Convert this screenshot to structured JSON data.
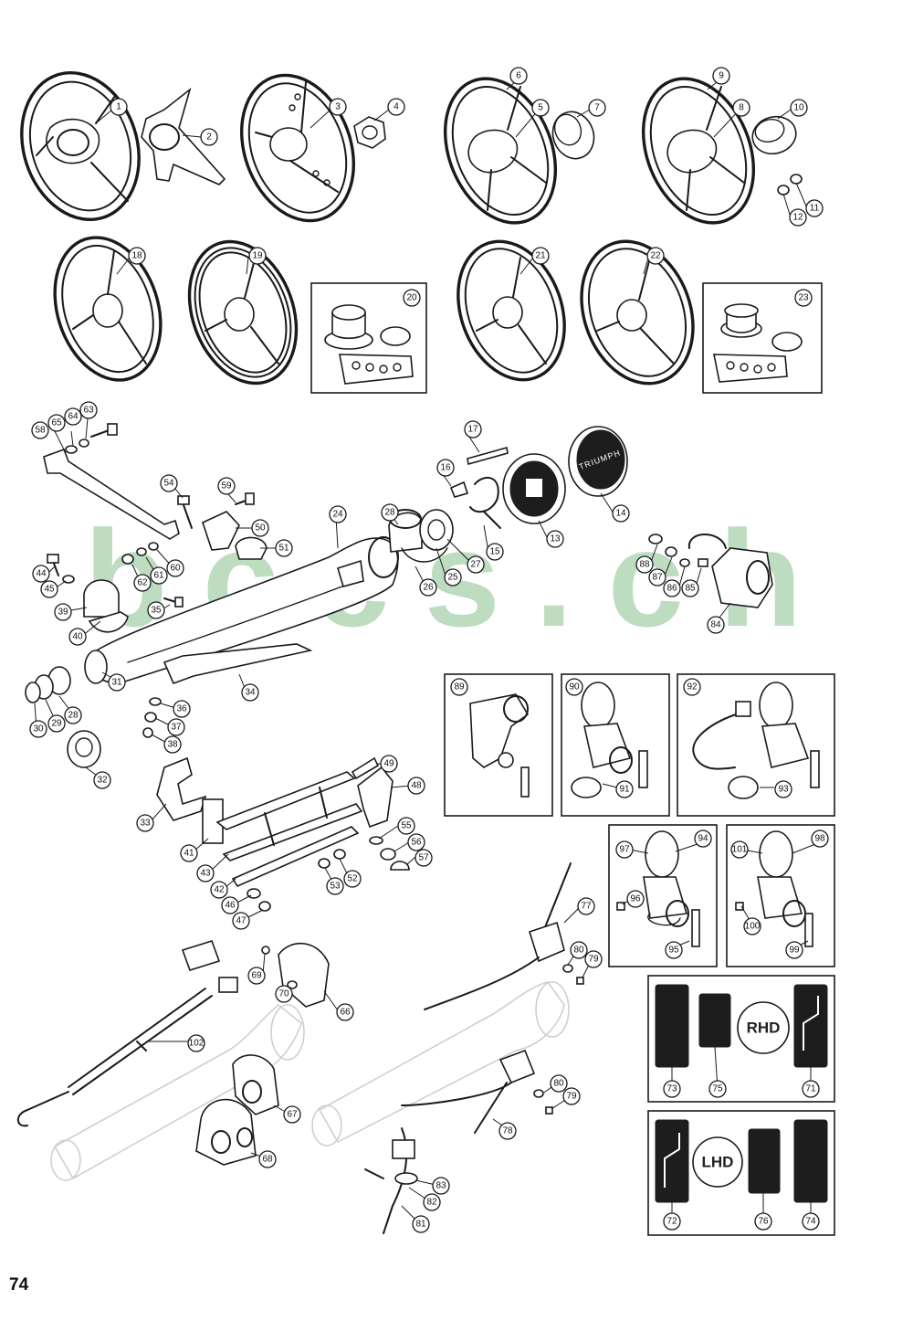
{
  "page": {
    "number": "74",
    "watermark": "bccs.ch"
  },
  "badges": {
    "rhd": "RHD",
    "lhd": "LHD"
  },
  "emblem": {
    "text": "TRIUMPH"
  },
  "callouts": [
    "1",
    "2",
    "3",
    "4",
    "5",
    "6",
    "7",
    "8",
    "9",
    "10",
    "11",
    "12",
    "18",
    "19",
    "20",
    "21",
    "22",
    "23",
    "58",
    "65",
    "64",
    "63",
    "17",
    "16",
    "14",
    "13",
    "15",
    "54",
    "59",
    "50",
    "51",
    "24",
    "28",
    "25",
    "27",
    "26",
    "44",
    "45",
    "62",
    "61",
    "60",
    "39",
    "35",
    "40",
    "88",
    "87",
    "86",
    "85",
    "84",
    "31",
    "34",
    "30",
    "29",
    "28",
    "36",
    "37",
    "38",
    "32",
    "89",
    "90",
    "91",
    "92",
    "93",
    "33",
    "49",
    "48",
    "41",
    "43",
    "55",
    "56",
    "57",
    "42",
    "53",
    "52",
    "46",
    "47",
    "97",
    "94",
    "96",
    "95",
    "101",
    "98",
    "100",
    "99",
    "77",
    "80",
    "79",
    "69",
    "66",
    "70",
    "102",
    "67",
    "68",
    "78",
    "80",
    "79",
    "83",
    "82",
    "81",
    "73",
    "75",
    "71",
    "72",
    "76",
    "74"
  ]
}
